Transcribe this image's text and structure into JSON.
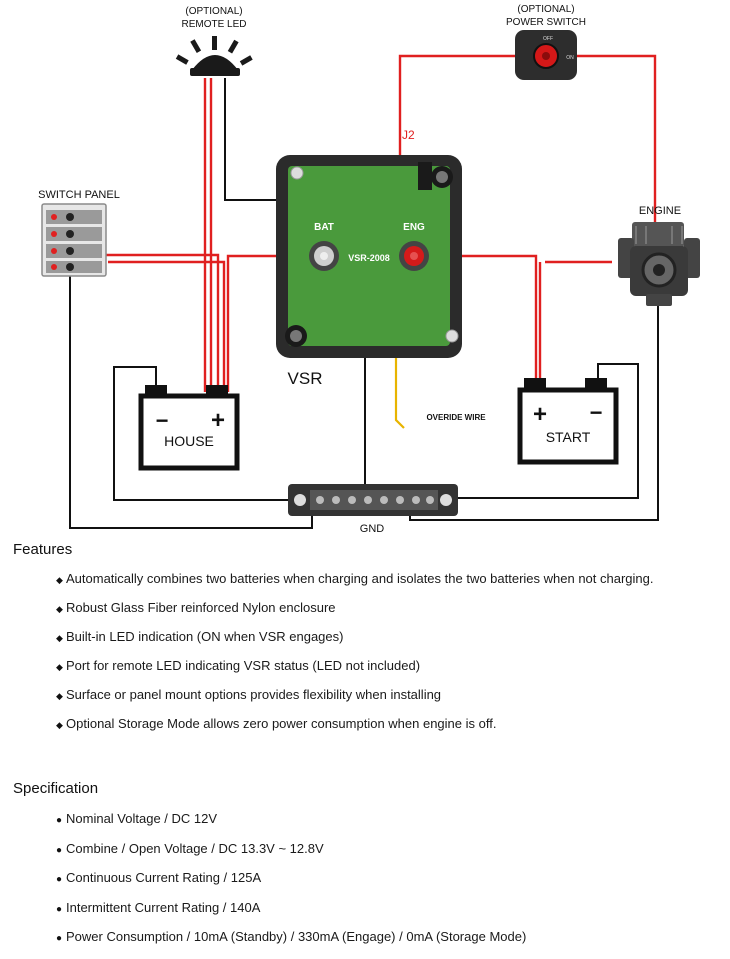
{
  "diagram": {
    "remote_led": {
      "line1": "(OPTIONAL)",
      "line2": "REMOTE LED"
    },
    "power_switch": {
      "line1": "(OPTIONAL)",
      "line2": "POWER SWITCH",
      "off": "OFF",
      "on": "ON"
    },
    "switch_panel": "SWITCH PANEL",
    "engine": "ENGINE",
    "j2": "J2",
    "bat": "BAT",
    "eng": "ENG",
    "model": "VSR-2008",
    "vsr": "VSR",
    "override": "OVERIDE WIRE",
    "house": "HOUSE",
    "start": "START",
    "gnd": "GND",
    "plus": "+",
    "minus": "−",
    "colors": {
      "positive": "#e02020",
      "ground": "#111111",
      "override": "#e8b400",
      "board": "#4a9a3c"
    }
  },
  "features": {
    "title": "Features",
    "items": [
      "Automatically combines two batteries when charging and isolates the two batteries when not charging.",
      "Robust Glass Fiber reinforced Nylon enclosure",
      "Built-in LED indication (ON when VSR engages)",
      "Port for remote LED indicating VSR status (LED not included)",
      "Surface or panel mount options provides flexibility when installing",
      "Optional Storage Mode allows zero power consumption when engine is off."
    ]
  },
  "specification": {
    "title": "Specification",
    "items": [
      "Nominal Voltage  /  DC 12V",
      "Combine /  Open Voltage  /  DC 13.3V ~ 12.8V",
      "Continuous Current Rating  /  125A",
      "Intermittent Current Rating /  140A",
      "Power Consumption  /  10mA (Standby)  /  330mA (Engage) / 0mA (Storage Mode)"
    ]
  }
}
